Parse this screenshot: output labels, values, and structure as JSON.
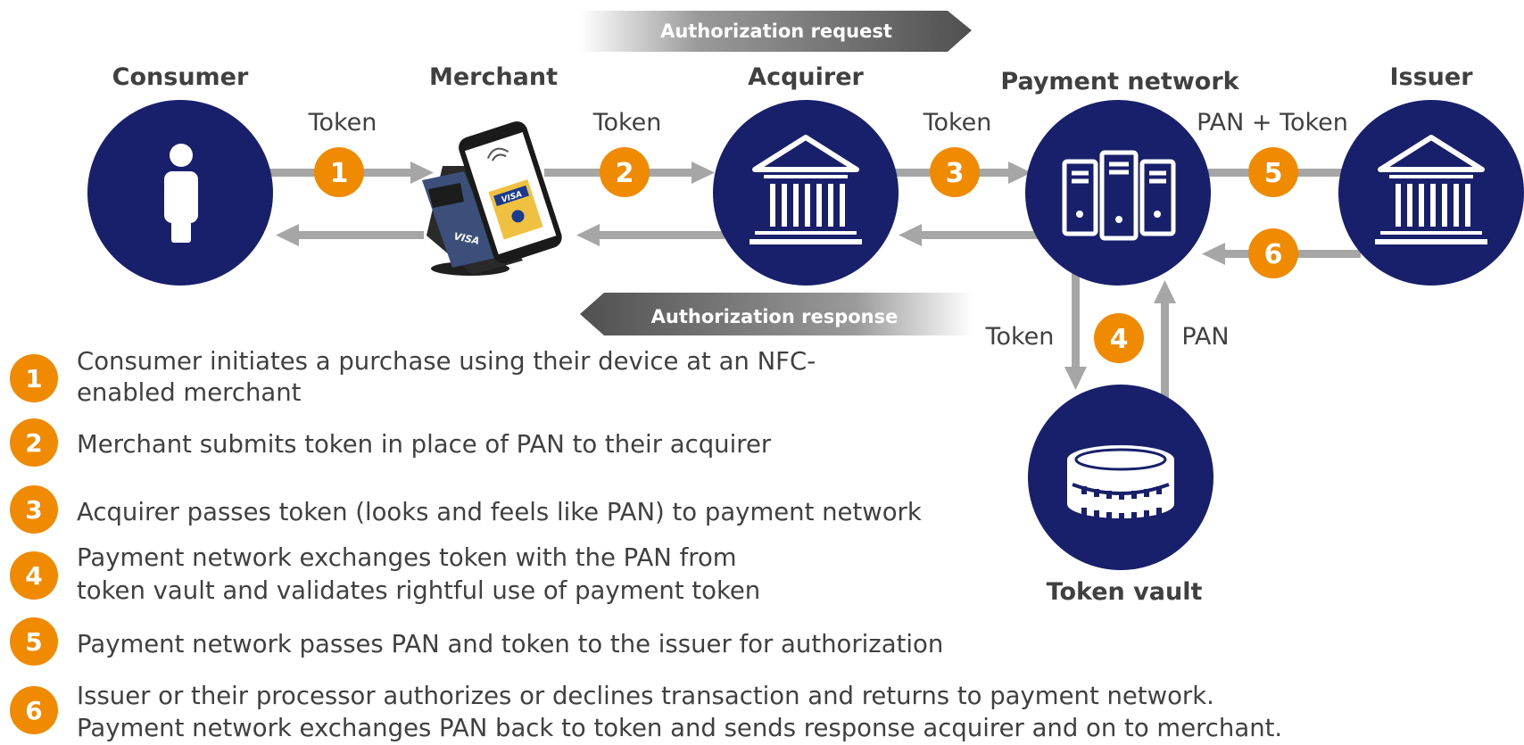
{
  "colors": {
    "navy": "#18206b",
    "orange": "#f08a00",
    "arrow_gray": "#a6a6a6",
    "text_gray": "#404040",
    "banner_gray": "#555555"
  },
  "actors": {
    "consumer": {
      "label": "Consumer",
      "icon": "person-icon"
    },
    "merchant": {
      "label": "Merchant",
      "icon": "nfc-terminal-phone-icon",
      "terminal_text": "VISA",
      "card_text": "VISA"
    },
    "acquirer": {
      "label": "Acquirer",
      "icon": "bank-icon"
    },
    "network": {
      "label": "Payment network",
      "icon": "servers-icon"
    },
    "issuer": {
      "label": "Issuer",
      "icon": "bank-icon"
    },
    "vault": {
      "label": "Token vault",
      "icon": "coins-icon"
    }
  },
  "banners": {
    "request": "Authorization request",
    "response": "Authorization response"
  },
  "flow": {
    "f1": {
      "label": "Token",
      "badge": "1"
    },
    "f2": {
      "label": "Token",
      "badge": "2"
    },
    "f3": {
      "label": "Token",
      "badge": "3"
    },
    "f4": {
      "label_down": "Token",
      "label_up": "PAN",
      "badge": "4"
    },
    "f5": {
      "label": "PAN + Token",
      "badge": "5"
    },
    "f6": {
      "badge": "6"
    }
  },
  "steps": [
    {
      "num": "1",
      "lines": [
        "Consumer initiates a purchase using their device at an NFC-",
        "enabled merchant"
      ]
    },
    {
      "num": "2",
      "lines": [
        "Merchant submits token in place of PAN to their acquirer"
      ]
    },
    {
      "num": "3",
      "lines": [
        "Acquirer passes token (looks and feels like PAN) to payment network"
      ]
    },
    {
      "num": "4",
      "lines": [
        "Payment network exchanges token with the PAN from",
        "token vault and validates rightful use of payment token"
      ]
    },
    {
      "num": "5",
      "lines": [
        "Payment network passes PAN and token to the issuer for authorization"
      ]
    },
    {
      "num": "6",
      "lines": [
        "Issuer or their processor authorizes or declines transaction and returns to payment network.",
        "Payment network exchanges PAN back to token and sends response acquirer and on to merchant."
      ]
    }
  ]
}
